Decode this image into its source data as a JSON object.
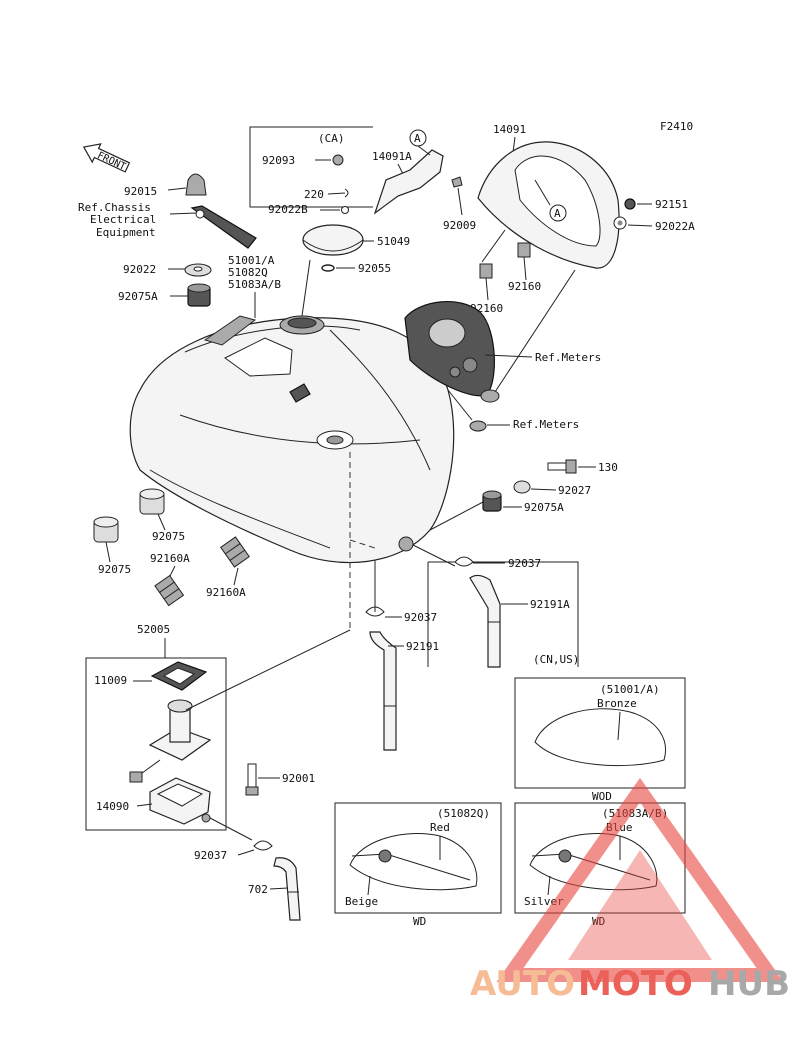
{
  "figure_id": "F2410",
  "front_label": "FRONT",
  "markers": {
    "a": "A"
  },
  "callouts": {
    "c92093": "92093",
    "c220": "220",
    "c92022B": "92022B",
    "c14091A": "14091A",
    "c92009": "92009",
    "c14091": "14091",
    "c92151": "92151",
    "c92022A": "92022A",
    "c92015": "92015",
    "ref_chassis_1": "Ref.Chassis",
    "ref_chassis_2": "Electrical",
    "ref_chassis_3": "Equipment",
    "c51049": "51049",
    "c92055": "92055",
    "c92022": "92022",
    "c51001": "51001/A",
    "c51082": "51082Q",
    "c51083": "51083A/B",
    "c92075A_top": "92075A",
    "c92160_a": "92160",
    "c92160_b": "92160",
    "ref_meters_1": "Ref.Meters",
    "ref_meters_2": "Ref.Meters",
    "c130": "130",
    "c92027": "92027",
    "c92075A_right": "92075A",
    "c92075_a": "92075",
    "c92075_b": "92075",
    "c92160A_a": "92160A",
    "c92160A_b": "92160A",
    "c92037_mid": "92037",
    "c92191": "92191",
    "c92037_right": "92037",
    "c92191A": "92191A",
    "cn_us": "(CN,US)",
    "c52005": "52005",
    "c11009": "11009",
    "c92001": "92001",
    "c14090": "14090",
    "c92037_bot": "92037",
    "c702": "702"
  },
  "ca_box": {
    "title": "(CA)"
  },
  "variant_wod": {
    "code": "(51001/A)",
    "color": "Bronze",
    "footer": "WOD"
  },
  "variant_wd_q": {
    "code": "(51082Q)",
    "color_top": "Red",
    "color_bottom": "Beige",
    "footer": "WD"
  },
  "variant_wd_ab": {
    "code": "(51083A/B)",
    "color_top": "Blue",
    "color_bottom": "Silver",
    "footer": "WD"
  },
  "watermark": {
    "part1": "AUTO",
    "part2": "MOTO",
    "part3": "HUB",
    "colors": {
      "auto": "#f4b183",
      "moto": "#e8453c",
      "hub": "#9a9a9a"
    }
  }
}
